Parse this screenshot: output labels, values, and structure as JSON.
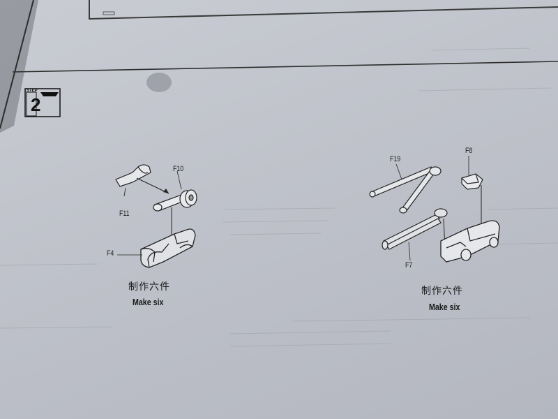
{
  "step": {
    "word": "STEP",
    "number": "2"
  },
  "left_assembly": {
    "parts": {
      "f10": "F10",
      "f11": "F11",
      "f4": "F4"
    },
    "caption_cn": "制作六件",
    "caption_en": "Make six"
  },
  "right_assembly": {
    "parts": {
      "f19": "F19",
      "f8": "F8",
      "f7": "F7"
    },
    "caption_cn": "制作六件",
    "caption_en": "Make six"
  }
}
